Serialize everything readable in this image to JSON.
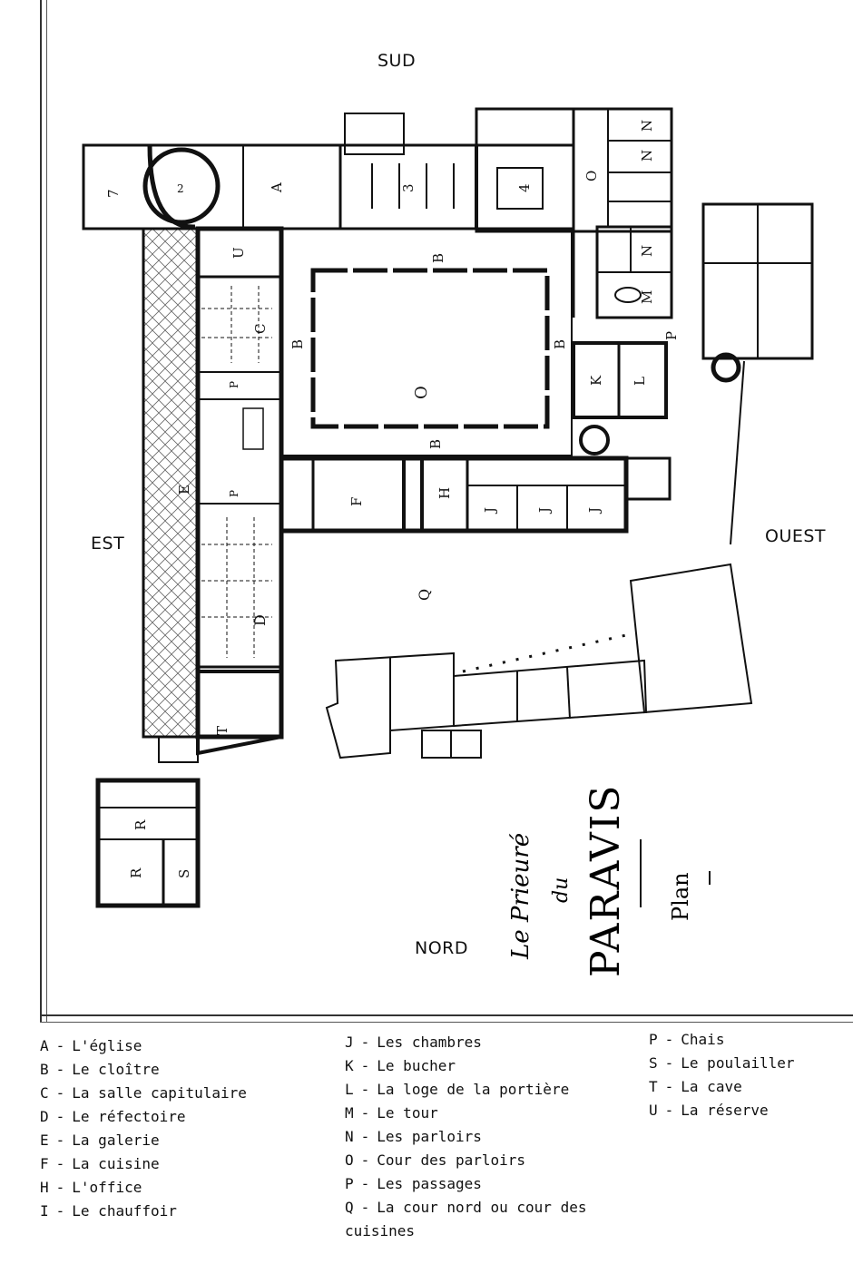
{
  "compass": {
    "south": "SUD",
    "east": "EST",
    "west": "OUEST",
    "north": "NORD"
  },
  "title": {
    "line1": "Le Prieuré",
    "line2": "du",
    "line3": "PARAVIS",
    "line4": "Plan"
  },
  "plan_labels": {
    "A": "A",
    "B": "B",
    "C": "C",
    "D": "D",
    "E": "E",
    "F": "F",
    "H": "H",
    "J": "J",
    "K": "K",
    "L": "L",
    "M": "M",
    "N": "N",
    "O": "O",
    "P": "P",
    "Q": "Q",
    "R": "R",
    "S": "S",
    "T": "T",
    "U": "U",
    "n2": "2",
    "n3": "3",
    "n4": "4",
    "n7": "7"
  },
  "legend": {
    "col1": [
      {
        "key": "A",
        "text": "L'église"
      },
      {
        "key": "B",
        "text": "Le cloître"
      },
      {
        "key": "C",
        "text": "La salle capitulaire"
      },
      {
        "key": "D",
        "text": "Le réfectoire"
      },
      {
        "key": "E",
        "text": "La galerie"
      },
      {
        "key": "F",
        "text": "La cuisine"
      },
      {
        "key": "H",
        "text": "L'office"
      },
      {
        "key": "I",
        "text": "Le chauffoir"
      }
    ],
    "col2": [
      {
        "key": "J",
        "text": "Les chambres"
      },
      {
        "key": "K",
        "text": "Le bucher"
      },
      {
        "key": "L",
        "text": "La loge de la portière"
      },
      {
        "key": "M",
        "text": "Le tour"
      },
      {
        "key": "N",
        "text": "Les parloirs"
      },
      {
        "key": "O",
        "text": "Cour des parloirs"
      },
      {
        "key": "P",
        "text": "Les passages"
      },
      {
        "key": "Q",
        "text": "La cour nord ou cour des"
      },
      {
        "key": "",
        "text": "cuisines"
      }
    ],
    "col3": [
      {
        "key": "P",
        "text": "Chais"
      },
      {
        "key": "S",
        "text": "Le poulailler"
      },
      {
        "key": "T",
        "text": "La cave"
      },
      {
        "key": "U",
        "text": "La réserve"
      }
    ]
  }
}
